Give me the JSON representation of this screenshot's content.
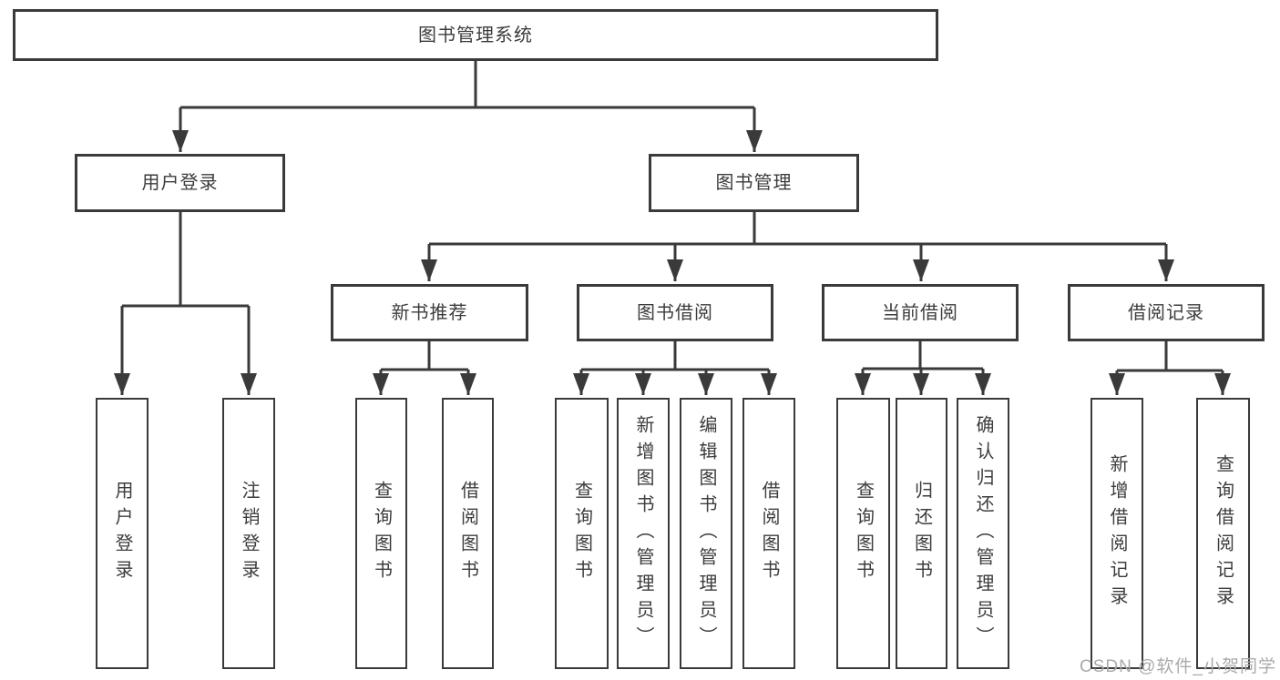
{
  "diagram": {
    "root": {
      "label": "图书管理系统"
    },
    "level2": [
      {
        "label": "用户登录",
        "children": [
          {
            "label": "用户登录"
          },
          {
            "label": "注销登录"
          }
        ]
      },
      {
        "label": "图书管理"
      }
    ],
    "level3": [
      {
        "label": "新书推荐",
        "children": [
          {
            "label": "查询图书"
          },
          {
            "label": "借阅图书"
          }
        ]
      },
      {
        "label": "图书借阅",
        "children": [
          {
            "label": "查询图书"
          },
          {
            "label": "新增图书（管理员）"
          },
          {
            "label": "编辑图书（管理员）"
          },
          {
            "label": "借阅图书"
          }
        ]
      },
      {
        "label": "当前借阅",
        "children": [
          {
            "label": "查询图书"
          },
          {
            "label": "归还图书"
          },
          {
            "label": "确认归还（管理员）"
          }
        ]
      },
      {
        "label": "借阅记录",
        "children": [
          {
            "label": "新增借阅记录"
          },
          {
            "label": "查询借阅记录"
          }
        ]
      }
    ]
  },
  "watermark": {
    "text": "CSDN @软件_小贺同学"
  },
  "colors": {
    "line": "#3a3a3a",
    "text": "#3c3c3c",
    "watermark": "#aaaaaa",
    "background": "#ffffff"
  }
}
